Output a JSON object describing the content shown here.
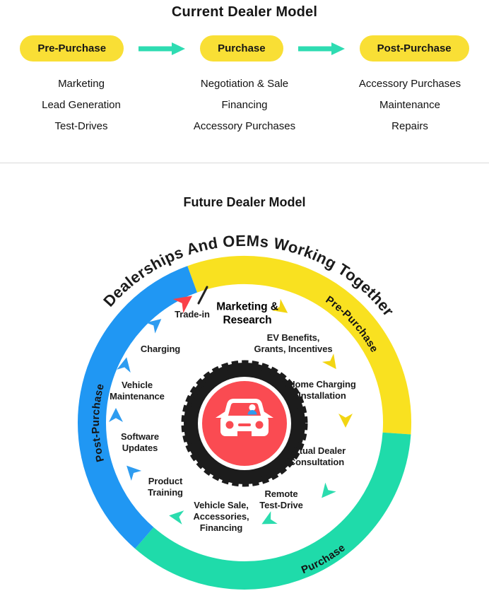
{
  "current": {
    "title": "Current Dealer Model",
    "stages": [
      {
        "label": "Pre-Purchase",
        "items": [
          "Marketing",
          "Lead Generation",
          "Test-Drives"
        ]
      },
      {
        "label": "Purchase",
        "items": [
          "Negotiation & Sale",
          "Financing",
          "Accessory Purchases"
        ]
      },
      {
        "label": "Post-Purchase",
        "items": [
          "Accessory Purchases",
          "Maintenance",
          "Repairs"
        ]
      }
    ]
  },
  "future": {
    "title": "Future Dealer Model",
    "arc_title": "Dealerships And OEMs Working Together",
    "segments": [
      {
        "label": "Pre-Purchase",
        "color": "#F9E120"
      },
      {
        "label": "Purchase",
        "color": "#1FDBAA"
      },
      {
        "label": "Post-Purchase",
        "color": "#2097F3"
      }
    ],
    "steps": [
      "Marketing &\nResearch",
      "EV Benefits,\nGrants, Incentives",
      "Home Charging\nInstallation",
      "Virtual Dealer\nConsultation",
      "Remote\nTest-Drive",
      "Vehicle Sale,\nAccessories,\nFinancing",
      "Product\nTraining",
      "Software\nUpdates",
      "Vehicle\nMaintenance",
      "Charging",
      "Trade-in"
    ]
  },
  "colors": {
    "pill_yellow": "#F9DF35",
    "ring_yellow": "#F9E120",
    "ring_teal": "#1FDBAA",
    "ring_blue": "#2097F3",
    "center_red": "#FA4B52",
    "tire_black": "#1C1C1C",
    "flow_arrow_teal": "#2EDCB2",
    "restart_arrow_red": "#FA4048"
  },
  "icons": {
    "flow_arrow": "right-arrow",
    "cycle_arrow": "chevron-dart-arrow",
    "restart_arrow": "red-arrow-with-slash",
    "center": "car-in-tire"
  }
}
